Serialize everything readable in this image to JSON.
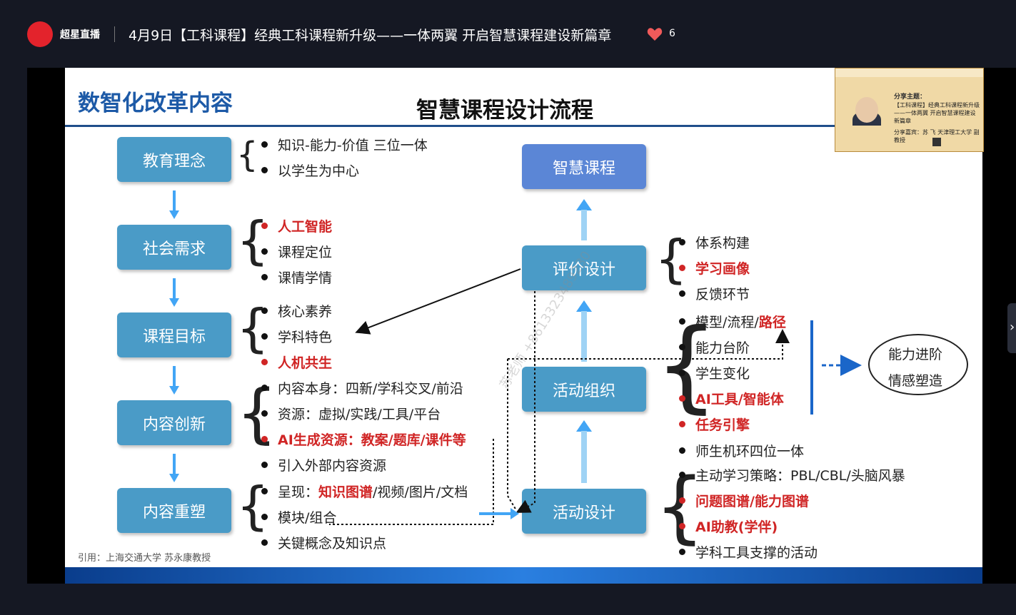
{
  "app": {
    "brand": "超星直播",
    "title": "4月9日【工科课程】经典工科课程新升级——一体两翼 开启智慧课程建设新篇章",
    "likes": "6"
  },
  "slide": {
    "section_title": "数智化改革内容",
    "main_title": "智慧课程设计流程",
    "citation": "引用：上海交通大学 苏永康教授",
    "watermark": "苏老师 +8613323489230",
    "left_boxes": [
      "教育理念",
      "社会需求",
      "课程目标",
      "内容创新",
      "内容重塑"
    ],
    "right_boxes": [
      "智慧课程",
      "评价设计",
      "活动组织",
      "活动设计"
    ],
    "left_items": {
      "edu": [
        "知识-能力-价值 三位一体",
        "以学生为中心"
      ],
      "social": [
        "人工智能",
        "课程定位",
        "课情学情"
      ],
      "goal": [
        "核心素养",
        "学科特色",
        "人机共生"
      ],
      "innov": [
        "内容本身：四新/学科交叉/前沿",
        "资源：虚拟/实践/工具/平台",
        "AI生成资源：教案/题库/课件等",
        "引入外部内容资源"
      ],
      "reshape": {
        "present_prefix": "呈现：",
        "present_hl": "知识图谱",
        "present_rest": "/视频/图片/文档",
        "module": "模块/组合",
        "key": "关键概念及知识点"
      }
    },
    "right_items": {
      "eval": [
        "体系构建",
        "学习画像",
        "反馈环节"
      ],
      "org": {
        "model_prefix": "模型/流程/",
        "model_hl": "路径",
        "items": [
          "能力台阶",
          "学生变化",
          "AI工具/智能体",
          "任务引擎"
        ]
      },
      "design": [
        "师生机环四位一体",
        "主动学习策略：PBL/CBL/头脑风暴",
        "问题图谱/能力图谱",
        "AI助教(学伴)",
        "学科工具支撑的活动"
      ]
    },
    "oval": [
      "能力进阶",
      "情感塑造"
    ]
  },
  "inset": {
    "share": "分享主题：",
    "topic": "【工科课程】经典工科课程新升级——一体两翼 开启智慧课程建设新篇章",
    "speaker": "分享嘉宾：苏 飞   天津理工大学 副教授"
  },
  "colors": {
    "box": "#4a9bc7",
    "top_box": "#5b86d6",
    "red": "#d02525",
    "blue_title": "#1d5aa7"
  }
}
